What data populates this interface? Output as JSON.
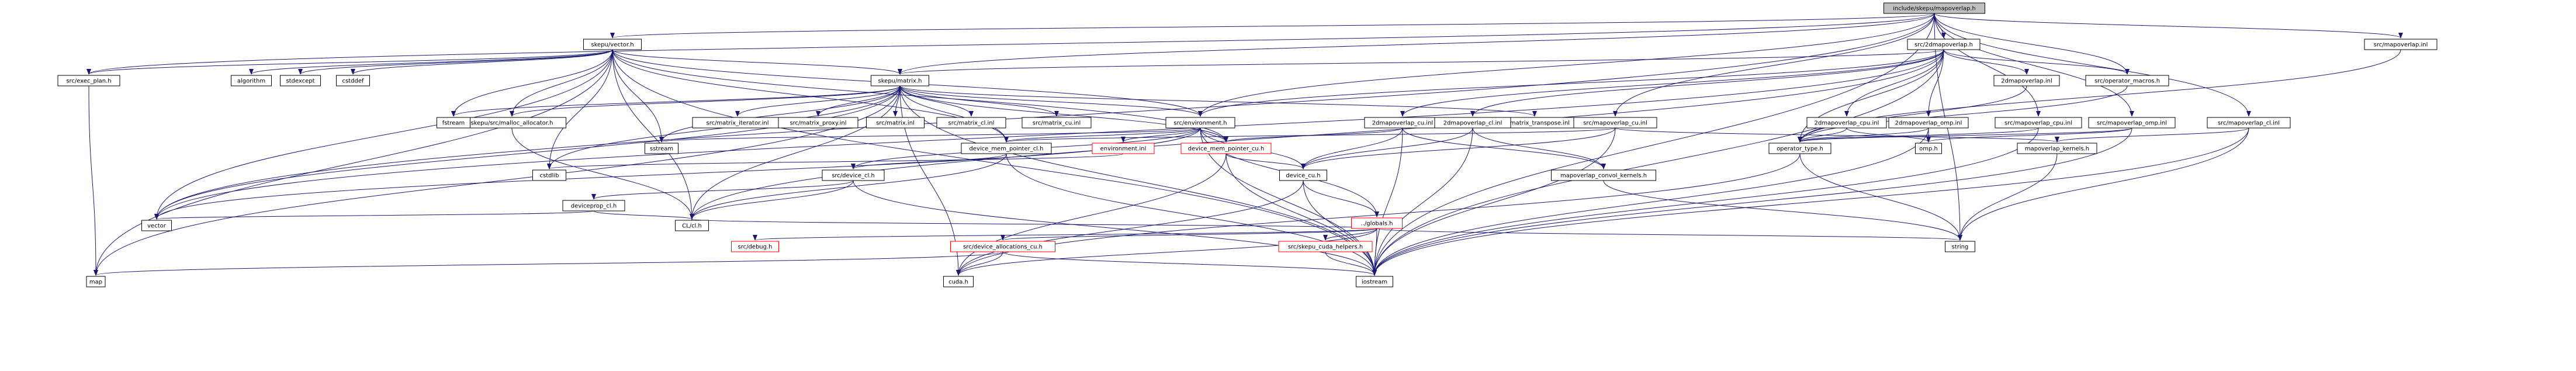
{
  "nodes": [
    {
      "id": "root",
      "label": "include/skepu/mapoverlap.h",
      "style": "root"
    },
    {
      "id": "skepuvector",
      "label": "skepu/vector.h"
    },
    {
      "id": "s2dmapoverlap",
      "label": "src/2dmapoverlap.h"
    },
    {
      "id": "srcmapoverlapinl",
      "label": "src/mapoverlap.inl"
    },
    {
      "id": "execplan",
      "label": "src/exec_plan.h"
    },
    {
      "id": "algorithm",
      "label": "algorithm"
    },
    {
      "id": "stdexcept",
      "label": "stdexcept"
    },
    {
      "id": "cstddef",
      "label": "cstddef"
    },
    {
      "id": "skepumatrix",
      "label": "skepu/matrix.h"
    },
    {
      "id": "mallocalloc",
      "label": "skepu/src/malloc_allocator.h"
    },
    {
      "id": "fstream",
      "label": "fstream"
    },
    {
      "id": "matrixiterator",
      "label": "src/matrix_iterator.inl"
    },
    {
      "id": "matrixproxy",
      "label": "src/matrix_proxy.inl"
    },
    {
      "id": "matrixinl",
      "label": "src/matrix.inl"
    },
    {
      "id": "matrixclinl",
      "label": "src/matrix_cl.inl"
    },
    {
      "id": "matrixcuinl",
      "label": "src/matrix_cu.inl"
    },
    {
      "id": "environment",
      "label": "src/environment.h"
    },
    {
      "id": "matrixtranspose",
      "label": "src/matrix_transpose.inl"
    },
    {
      "id": "d2mapoverlapinl",
      "label": "2dmapoverlap.inl"
    },
    {
      "id": "operatormacros",
      "label": "src/operator_macros.h"
    },
    {
      "id": "d2cuinl",
      "label": "2dmapoverlap_cu.inl"
    },
    {
      "id": "d2clinl",
      "label": "2dmapoverlap_cl.inl"
    },
    {
      "id": "mocuinl",
      "label": "src/mapoverlap_cu.inl"
    },
    {
      "id": "d2cpuinl",
      "label": "2dmapoverlap_cpu.inl"
    },
    {
      "id": "d2ompinl",
      "label": "2dmapoverlap_omp.inl"
    },
    {
      "id": "mocpuinl",
      "label": "src/mapoverlap_cpu.inl"
    },
    {
      "id": "moompinl",
      "label": "src/mapoverlap_omp.inl"
    },
    {
      "id": "moclinl",
      "label": "src/mapoverlap_cl.inl"
    },
    {
      "id": "sstream",
      "label": "sstream"
    },
    {
      "id": "environmentinl",
      "label": "environment.inl",
      "style": "red"
    },
    {
      "id": "devmemptrcl",
      "label": "device_mem_pointer_cl.h"
    },
    {
      "id": "devmemptrcu",
      "label": "device_mem_pointer_cu.h",
      "style": "red"
    },
    {
      "id": "operatortype",
      "label": "operator_type.h"
    },
    {
      "id": "omph",
      "label": "omp.h"
    },
    {
      "id": "mokernels",
      "label": "mapoverlap_kernels.h"
    },
    {
      "id": "cstdlib",
      "label": "cstdlib"
    },
    {
      "id": "srcdevicecl",
      "label": "src/device_cl.h"
    },
    {
      "id": "devicecu",
      "label": "device_cu.h"
    },
    {
      "id": "convolkernels",
      "label": "mapoverlap_convol_kernels.h"
    },
    {
      "id": "devicepropcl",
      "label": "deviceprop_cl.h"
    },
    {
      "id": "globals",
      "label": "../globals.h",
      "style": "red"
    },
    {
      "id": "vector",
      "label": "vector"
    },
    {
      "id": "clcl",
      "label": "CL/cl.h"
    },
    {
      "id": "srcdebug",
      "label": "src/debug.h",
      "style": "red"
    },
    {
      "id": "devallocs",
      "label": "src/device_allocations_cu.h",
      "style": "red"
    },
    {
      "id": "cudahelpers",
      "label": "src/skepu_cuda_helpers.h",
      "style": "red"
    },
    {
      "id": "string",
      "label": "string"
    },
    {
      "id": "map",
      "label": "map"
    },
    {
      "id": "cudah",
      "label": "cuda.h"
    },
    {
      "id": "iostream",
      "label": "iostream"
    }
  ],
  "edges": [
    [
      "root",
      "skepuvector"
    ],
    [
      "root",
      "s2dmapoverlap"
    ],
    [
      "root",
      "srcmapoverlapinl"
    ],
    [
      "root",
      "execplan"
    ],
    [
      "root",
      "skepumatrix"
    ],
    [
      "root",
      "environment"
    ],
    [
      "root",
      "operatormacros"
    ],
    [
      "root",
      "mocuinl"
    ],
    [
      "root",
      "mocpuinl"
    ],
    [
      "root",
      "moompinl"
    ],
    [
      "root",
      "moclinl"
    ],
    [
      "root",
      "string"
    ],
    [
      "root",
      "vector"
    ],
    [
      "root",
      "iostream"
    ],
    [
      "skepuvector",
      "execplan"
    ],
    [
      "skepuvector",
      "algorithm"
    ],
    [
      "skepuvector",
      "stdexcept"
    ],
    [
      "skepuvector",
      "cstddef"
    ],
    [
      "skepuvector",
      "skepumatrix"
    ],
    [
      "skepuvector",
      "mallocalloc"
    ],
    [
      "skepuvector",
      "fstream"
    ],
    [
      "skepuvector",
      "environment"
    ],
    [
      "skepuvector",
      "devmemptrcl"
    ],
    [
      "skepuvector",
      "devmemptrcu"
    ],
    [
      "skepuvector",
      "vector"
    ],
    [
      "skepuvector",
      "map"
    ],
    [
      "skepuvector",
      "sstream"
    ],
    [
      "skepuvector",
      "iostream"
    ],
    [
      "skepuvector",
      "cstdlib"
    ],
    [
      "skepuvector",
      "clcl"
    ],
    [
      "s2dmapoverlap",
      "skepumatrix"
    ],
    [
      "s2dmapoverlap",
      "environment"
    ],
    [
      "s2dmapoverlap",
      "d2mapoverlapinl"
    ],
    [
      "s2dmapoverlap",
      "operatormacros"
    ],
    [
      "s2dmapoverlap",
      "d2cuinl"
    ],
    [
      "s2dmapoverlap",
      "d2clinl"
    ],
    [
      "s2dmapoverlap",
      "d2cpuinl"
    ],
    [
      "s2dmapoverlap",
      "d2ompinl"
    ],
    [
      "s2dmapoverlap",
      "operatortype"
    ],
    [
      "s2dmapoverlap",
      "vector"
    ],
    [
      "s2dmapoverlap",
      "iostream"
    ],
    [
      "s2dmapoverlap",
      "clcl"
    ],
    [
      "srcmapoverlapinl",
      "operatortype"
    ],
    [
      "execplan",
      "map"
    ],
    [
      "skepumatrix",
      "fstream"
    ],
    [
      "skepumatrix",
      "matrixiterator"
    ],
    [
      "skepumatrix",
      "matrixproxy"
    ],
    [
      "skepumatrix",
      "matrixinl"
    ],
    [
      "skepumatrix",
      "matrixclinl"
    ],
    [
      "skepumatrix",
      "matrixcuinl"
    ],
    [
      "skepumatrix",
      "environment"
    ],
    [
      "skepumatrix",
      "matrixtranspose"
    ],
    [
      "skepumatrix",
      "sstream"
    ],
    [
      "skepumatrix",
      "cstdlib"
    ],
    [
      "skepumatrix",
      "devmemptrcl"
    ],
    [
      "skepumatrix",
      "devmemptrcu"
    ],
    [
      "skepumatrix",
      "vector"
    ],
    [
      "skepumatrix",
      "map"
    ],
    [
      "skepumatrix",
      "clcl"
    ],
    [
      "skepumatrix",
      "cudah"
    ],
    [
      "skepumatrix",
      "iostream"
    ],
    [
      "skepumatrix",
      "mallocalloc"
    ],
    [
      "mallocalloc",
      "clcl"
    ],
    [
      "environment",
      "sstream"
    ],
    [
      "environment",
      "environmentinl"
    ],
    [
      "environment",
      "devmemptrcl"
    ],
    [
      "environment",
      "devmemptrcu"
    ],
    [
      "environment",
      "srcdevicecl"
    ],
    [
      "environment",
      "devicecu"
    ],
    [
      "environment",
      "globals"
    ],
    [
      "environment",
      "vector"
    ],
    [
      "environment",
      "iostream"
    ],
    [
      "operatormacros",
      "operatortype"
    ],
    [
      "d2mapoverlapinl",
      "operatortype"
    ],
    [
      "d2cuinl",
      "devmemptrcu"
    ],
    [
      "d2cuinl",
      "devicecu"
    ],
    [
      "d2cuinl",
      "convolkernels"
    ],
    [
      "d2cuinl",
      "iostream"
    ],
    [
      "d2clinl",
      "devicecu"
    ],
    [
      "d2clinl",
      "convolkernels"
    ],
    [
      "d2clinl",
      "iostream"
    ],
    [
      "mocuinl",
      "devmemptrcl"
    ],
    [
      "mocuinl",
      "devicecu"
    ],
    [
      "mocuinl",
      "mokernels"
    ],
    [
      "mocuinl",
      "iostream"
    ],
    [
      "d2cpuinl",
      "operatortype"
    ],
    [
      "d2cpuinl",
      "omph"
    ],
    [
      "d2ompinl",
      "operatortype"
    ],
    [
      "d2ompinl",
      "omph"
    ],
    [
      "d2ompinl",
      "iostream"
    ],
    [
      "mocpuinl",
      "operatortype"
    ],
    [
      "mocpuinl",
      "iostream"
    ],
    [
      "moompinl",
      "operatortype"
    ],
    [
      "moompinl",
      "omph"
    ],
    [
      "moompinl",
      "iostream"
    ],
    [
      "moclinl",
      "mokernels"
    ],
    [
      "moclinl",
      "string"
    ],
    [
      "moclinl",
      "iostream"
    ],
    [
      "environmentinl",
      "cstdlib"
    ],
    [
      "devmemptrcl",
      "srcdevicecl"
    ],
    [
      "devmemptrcl",
      "clcl"
    ],
    [
      "devmemptrcl",
      "iostream"
    ],
    [
      "devmemptrcu",
      "devicecu"
    ],
    [
      "devmemptrcu",
      "cudah"
    ],
    [
      "devmemptrcu",
      "iostream"
    ],
    [
      "operatortype",
      "string"
    ],
    [
      "operatortype",
      "cudah"
    ],
    [
      "mokernels",
      "string"
    ],
    [
      "srcdevicecl",
      "devicepropcl"
    ],
    [
      "srcdevicecl",
      "clcl"
    ],
    [
      "srcdevicecl",
      "iostream"
    ],
    [
      "devicecu",
      "globals"
    ],
    [
      "devicecu",
      "cudah"
    ],
    [
      "devicecu",
      "iostream"
    ],
    [
      "convolkernels",
      "string"
    ],
    [
      "devicepropcl",
      "vector"
    ],
    [
      "devicepropcl",
      "clcl"
    ],
    [
      "globals",
      "srcdebug"
    ],
    [
      "globals",
      "devallocs"
    ],
    [
      "globals",
      "cudahelpers"
    ],
    [
      "globals",
      "clcl"
    ],
    [
      "globals",
      "cudah"
    ],
    [
      "globals",
      "iostream"
    ],
    [
      "globals",
      "string"
    ],
    [
      "devallocs",
      "map"
    ],
    [
      "devallocs",
      "cudah"
    ],
    [
      "devallocs",
      "iostream"
    ],
    [
      "cudahelpers",
      "iostream"
    ]
  ]
}
